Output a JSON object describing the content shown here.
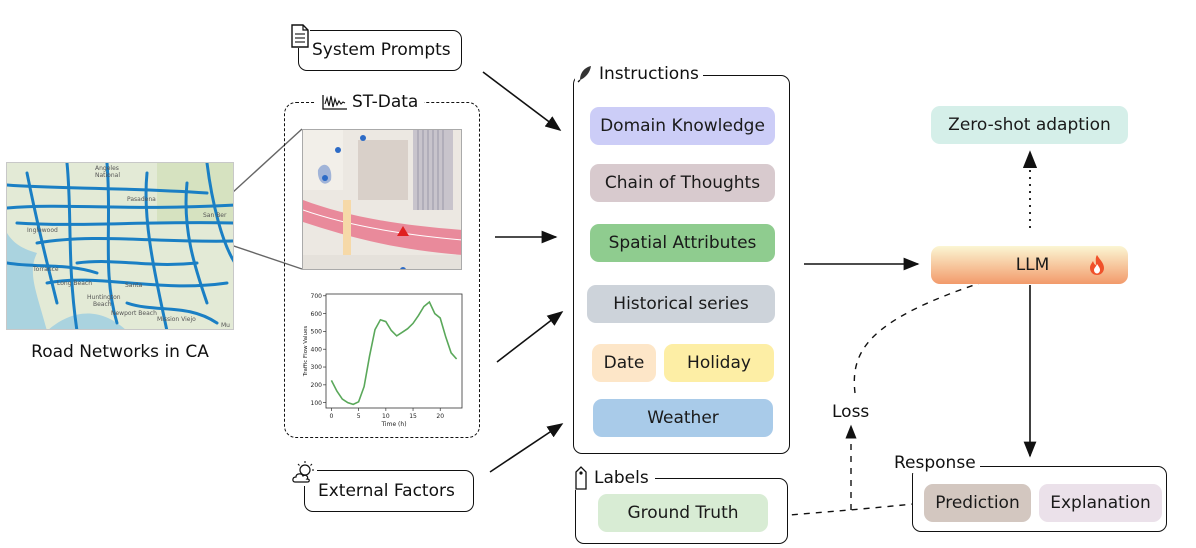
{
  "left": {
    "map_caption": "Road Networks in CA"
  },
  "inputs": {
    "system_prompts": "System Prompts",
    "st_data": "ST-Data",
    "external_factors": "External Factors"
  },
  "plot_labels": {
    "map_places": [
      "Angeles",
      "National",
      "Pasadena",
      "San Ber",
      "Inglewood",
      "Torrance",
      "Long Beach",
      "Huntington",
      "Beach",
      "Santa",
      "Mission Viejo",
      "Newport Beach",
      "Mu"
    ]
  },
  "chart_data": {
    "type": "line",
    "x": [
      0,
      1,
      2,
      3,
      4,
      5,
      6,
      7,
      8,
      9,
      10,
      11,
      12,
      13,
      14,
      15,
      16,
      17,
      18,
      19,
      20,
      21,
      22,
      23
    ],
    "series": [
      {
        "values": [
          225,
          165,
          120,
          100,
          90,
          105,
          190,
          360,
          510,
          565,
          555,
          505,
          475,
          495,
          515,
          545,
          590,
          640,
          665,
          600,
          575,
          470,
          380,
          345
        ],
        "color": "#5aa85a"
      }
    ],
    "xlabel": "Time (h)",
    "ylabel": "Traffic Flow Values",
    "xticks": [
      0,
      5,
      10,
      15,
      20
    ],
    "yticks": [
      100,
      200,
      300,
      400,
      500,
      600,
      700
    ],
    "xlim": [
      -1,
      24
    ],
    "ylim": [
      70,
      710
    ]
  },
  "instructions": {
    "title": "Instructions",
    "domain_knowledge": "Domain Knowledge",
    "chain_of_thoughts": "Chain of Thoughts",
    "spatial_attributes": "Spatial Attributes",
    "historical_series": "Historical series",
    "date": "Date",
    "holiday": "Holiday",
    "weather": "Weather"
  },
  "labels": {
    "title": "Labels",
    "ground_truth": "Ground Truth"
  },
  "right": {
    "zero_shot": "Zero-shot adaption",
    "llm": "LLM",
    "loss": "Loss",
    "response": "Response",
    "prediction": "Prediction",
    "explanation": "Explanation"
  },
  "colors": {
    "domain_knowledge": "#cccdf7",
    "chain_of_thoughts": "#d8cace",
    "spatial_attributes": "#8fcc8f",
    "historical_series": "#cdd3da",
    "date": "#fde6c8",
    "holiday": "#fdeea5",
    "weather": "#a9cbe9",
    "ground_truth": "#d8ecd4",
    "zero_shot": "#d5efe9",
    "llm_top": "#fbf6d3",
    "llm_bottom": "#f29a6b",
    "prediction": "#d3c7c0",
    "explanation": "#ebe1ea",
    "road": "#1a7fc4"
  }
}
